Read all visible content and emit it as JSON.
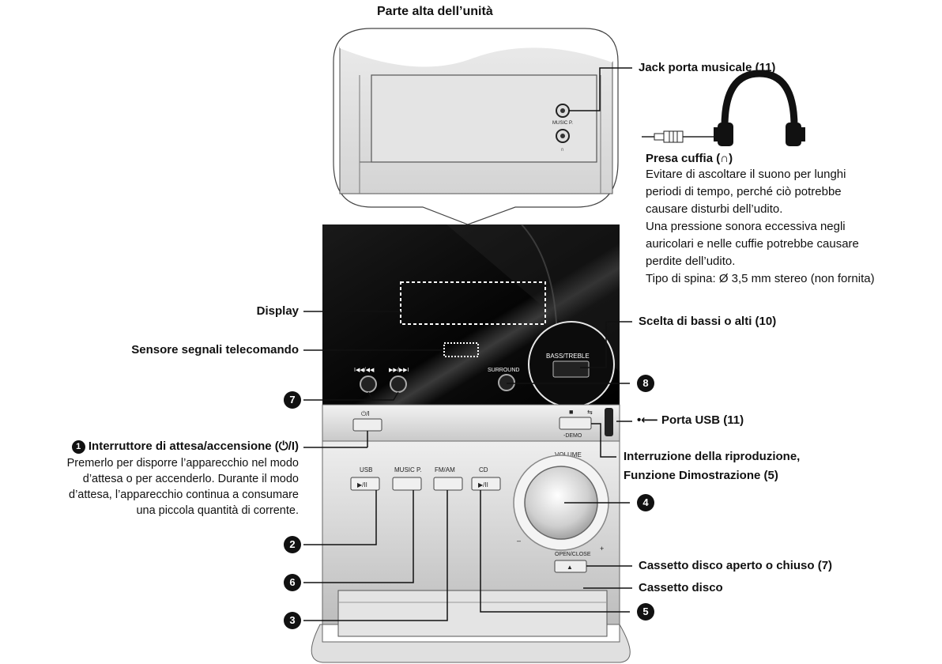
{
  "top_title": "Parte alta dell’unità",
  "unit_labels": {
    "music_p_jack": "MUSIC P.",
    "bass_treble": "BASS/TREBLE",
    "surround": "SURROUND",
    "skip_back": "I◀◀/◀◀",
    "skip_fwd": "▶▶/▶▶I",
    "power": "⏻/I",
    "stop": "■",
    "demo": "-DEMO",
    "volume": "VOLUME",
    "vol_minus": "–",
    "vol_plus": "+",
    "usb": "USB",
    "music_p": "MUSIC P.",
    "fm_am": "FM/AM",
    "cd": "CD",
    "play_pause": "▶/II",
    "open_close": "OPEN/CLOSE",
    "eject": "▲"
  },
  "callouts": {
    "jack_porta_musicale": "Jack porta musicale (11)",
    "presa_cuffia_title": "Presa cuffia (",
    "presa_cuffia_symbol": "∩",
    "presa_cuffia_close": ")",
    "presa_cuffia_lines": [
      "Evitare di ascoltare il suono per lunghi",
      "periodi di tempo, perché ciò potrebbe",
      "causare disturbi dell’udito.",
      "Una pressione sonora eccessiva negli",
      "auricolari e nelle cuffie potrebbe causare",
      "perdite dell’udito.",
      "Tipo di spina: Ø 3,5 mm stereo (non fornita)"
    ],
    "display": "Display",
    "sensore": "Sensore segnali telecomando",
    "scelta_bassi": "Scelta di bassi o alti (10)",
    "porta_usb_symbol": "•⟵",
    "porta_usb": "Porta USB (11)",
    "interruttore_num": "1",
    "interruttore_title": "Interruttore di attesa/accensione (⏻/I)",
    "interruttore_lines": [
      "Premerlo per disporre l’apparecchio nel modo",
      "d’attesa o per accenderlo. Durante il modo",
      "d’attesa, l’apparecchio continua a consumare",
      "una piccola quantità di corrente."
    ],
    "interruzione_1": "Interruzione della riproduzione,",
    "interruzione_2": "Funzione Dimostrazione (5)",
    "cassetto_aperto": "Cassetto disco aperto o chiuso (7)",
    "cassetto_disco": "Cassetto disco"
  },
  "numbers": {
    "n2": "2",
    "n3": "3",
    "n4": "4",
    "n5": "5",
    "n6": "6",
    "n7": "7",
    "n8": "8"
  }
}
